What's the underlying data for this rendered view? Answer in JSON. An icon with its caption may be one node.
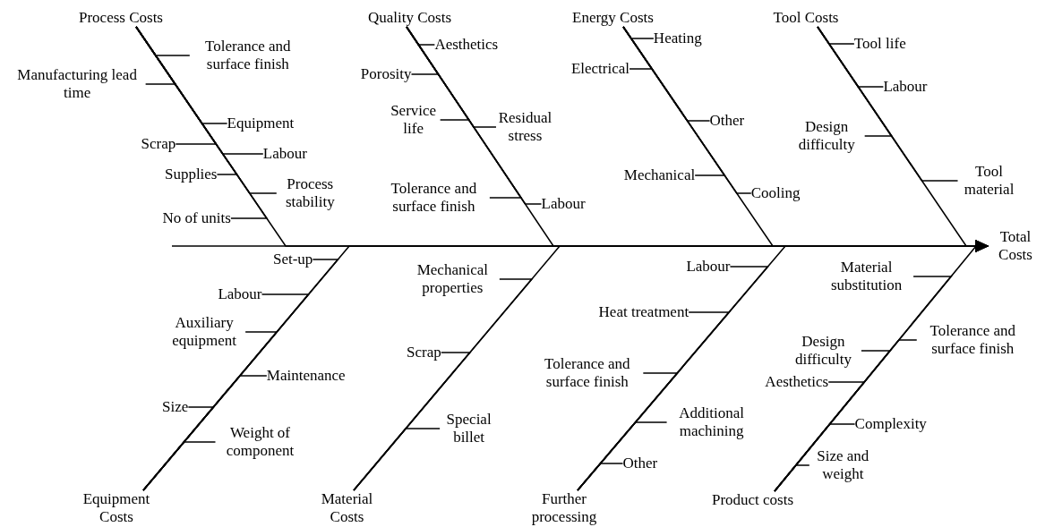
{
  "diagram": {
    "nodes": [
      {
        "text": [
          "Process Costs"
        ]
      },
      {
        "text": [
          "Tolerance and surface finish"
        ]
      },
      {
        "text": [
          "Manufacturing lead time"
        ]
      },
      {
        "text": [
          "Equipment"
        ]
      },
      {
        "text": [
          "Scrap"
        ]
      },
      {
        "text": [
          "Labour"
        ]
      },
      {
        "text": [
          "Supplies"
        ]
      },
      {
        "text": [
          "Process stability"
        ]
      },
      {
        "text": [
          "No of units"
        ]
      },
      {
        "text": [
          "Quality Costs"
        ]
      },
      {
        "text": [
          "Aesthetics"
        ]
      },
      {
        "text": [
          "Porosity"
        ]
      },
      {
        "text": [
          "Service life"
        ]
      },
      {
        "text": [
          "Residual stress"
        ]
      },
      {
        "text": [
          "Tolerance and surface finish"
        ]
      },
      {
        "text": [
          "Labour"
        ]
      },
      {
        "text": [
          "Energy Costs"
        ]
      },
      {
        "text": [
          "Heating"
        ]
      },
      {
        "text": [
          "Electrical"
        ]
      },
      {
        "text": [
          "Other"
        ]
      },
      {
        "text": [
          "Mechanical"
        ]
      },
      {
        "text": [
          "Cooling"
        ]
      },
      {
        "text": [
          "Tool Costs"
        ]
      },
      {
        "text": [
          "Tool life"
        ]
      },
      {
        "text": [
          "Labour"
        ]
      },
      {
        "text": [
          "Design difficulty"
        ]
      },
      {
        "text": [
          "Tool material"
        ]
      },
      {
        "text": [
          "Total Costs"
        ]
      },
      {
        "text": [
          "Equipment Costs"
        ]
      },
      {
        "text": [
          "Set-up"
        ]
      },
      {
        "text": [
          "Labour"
        ]
      },
      {
        "text": [
          "Auxiliary equipment"
        ]
      },
      {
        "text": [
          "Maintenance"
        ]
      },
      {
        "text": [
          "Size"
        ]
      },
      {
        "text": [
          "Weight of component"
        ]
      },
      {
        "text": [
          "Material Costs"
        ]
      },
      {
        "text": [
          "Mechanical properties"
        ]
      },
      {
        "text": [
          "Scrap"
        ]
      },
      {
        "text": [
          "Special billet"
        ]
      },
      {
        "text": [
          "Further processing"
        ]
      },
      {
        "text": [
          "Labour"
        ]
      },
      {
        "text": [
          "Heat treatment"
        ]
      },
      {
        "text": [
          "Tolerance and surface finish"
        ]
      },
      {
        "text": [
          "Additional machining"
        ]
      },
      {
        "text": [
          "Other"
        ]
      },
      {
        "text": [
          "Product costs"
        ]
      },
      {
        "text": [
          "Material substitution"
        ]
      },
      {
        "text": [
          "Tolerance and surface finish"
        ]
      },
      {
        "text": [
          "Design difficulty"
        ]
      },
      {
        "text": [
          "Aesthetics"
        ]
      },
      {
        "text": [
          "Complexity"
        ]
      },
      {
        "text": [
          "Size and weight"
        ]
      }
    ],
    "edges": [
      {
        "from": 1,
        "to": 0,
        "arrow": "none"
      },
      {
        "from": 2,
        "to": 0,
        "arrow": "none"
      },
      {
        "from": 3,
        "to": 0,
        "arrow": "none"
      },
      {
        "from": 4,
        "to": 0,
        "arrow": "none"
      },
      {
        "from": 5,
        "to": 0,
        "arrow": "none"
      },
      {
        "from": 6,
        "to": 0,
        "arrow": "none"
      },
      {
        "from": 7,
        "to": 0,
        "arrow": "none"
      },
      {
        "from": 8,
        "to": 0,
        "arrow": "none"
      },
      {
        "from": 10,
        "to": 9,
        "arrow": "none"
      },
      {
        "from": 11,
        "to": 9,
        "arrow": "none"
      },
      {
        "from": 12,
        "to": 9,
        "arrow": "none"
      },
      {
        "from": 13,
        "to": 9,
        "arrow": "none"
      },
      {
        "from": 14,
        "to": 9,
        "arrow": "none"
      },
      {
        "from": 15,
        "to": 9,
        "arrow": "none"
      },
      {
        "from": 17,
        "to": 16,
        "arrow": "none"
      },
      {
        "from": 18,
        "to": 16,
        "arrow": "none"
      },
      {
        "from": 19,
        "to": 16,
        "arrow": "none"
      },
      {
        "from": 20,
        "to": 16,
        "arrow": "none"
      },
      {
        "from": 21,
        "to": 16,
        "arrow": "none"
      },
      {
        "from": 23,
        "to": 22,
        "arrow": "none"
      },
      {
        "from": 24,
        "to": 22,
        "arrow": "none"
      },
      {
        "from": 25,
        "to": 22,
        "arrow": "none"
      },
      {
        "from": 26,
        "to": 22,
        "arrow": "none"
      },
      {
        "from": 29,
        "to": 28,
        "arrow": "none"
      },
      {
        "from": 30,
        "to": 28,
        "arrow": "none"
      },
      {
        "from": 31,
        "to": 28,
        "arrow": "none"
      },
      {
        "from": 32,
        "to": 28,
        "arrow": "none"
      },
      {
        "from": 33,
        "to": 28,
        "arrow": "none"
      },
      {
        "from": 34,
        "to": 28,
        "arrow": "none"
      },
      {
        "from": 36,
        "to": 35,
        "arrow": "none"
      },
      {
        "from": 37,
        "to": 35,
        "arrow": "none"
      },
      {
        "from": 38,
        "to": 35,
        "arrow": "none"
      },
      {
        "from": 40,
        "to": 39,
        "arrow": "none"
      },
      {
        "from": 41,
        "to": 39,
        "arrow": "none"
      },
      {
        "from": 42,
        "to": 39,
        "arrow": "none"
      },
      {
        "from": 43,
        "to": 39,
        "arrow": "none"
      },
      {
        "from": 44,
        "to": 39,
        "arrow": "none"
      },
      {
        "from": 46,
        "to": 45,
        "arrow": "none"
      },
      {
        "from": 47,
        "to": 45,
        "arrow": "none"
      },
      {
        "from": 48,
        "to": 45,
        "arrow": "none"
      },
      {
        "from": 49,
        "to": 45,
        "arrow": "none"
      },
      {
        "from": 50,
        "to": 45,
        "arrow": "none"
      },
      {
        "from": 51,
        "to": 45,
        "arrow": "none"
      },
      {
        "from": 0,
        "to": 27,
        "arrow": "to"
      },
      {
        "from": 9,
        "to": 27,
        "arrow": "to"
      },
      {
        "from": 16,
        "to": 27,
        "arrow": "to"
      },
      {
        "from": 22,
        "to": 27,
        "arrow": "to"
      },
      {
        "from": 28,
        "to": 27,
        "arrow": "to"
      },
      {
        "from": 35,
        "to": 27,
        "arrow": "to"
      },
      {
        "from": 39,
        "to": 27,
        "arrow": "to"
      },
      {
        "from": 45,
        "to": 27,
        "arrow": "to"
      },
      {
        "from": null,
        "to": 27,
        "arrow": "to"
      }
    ]
  }
}
